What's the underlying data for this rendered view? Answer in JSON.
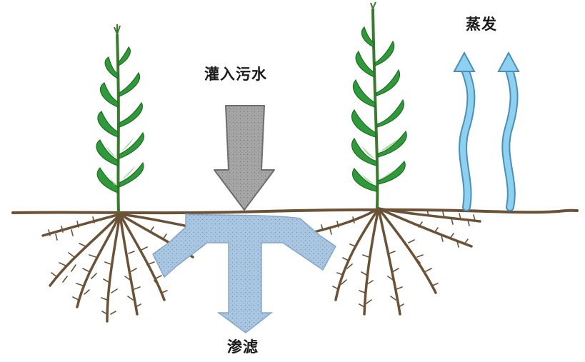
{
  "labels": {
    "irrigation": "灌入污水",
    "evaporation": "蒸发",
    "seepage": "渗滤"
  },
  "colors": {
    "soil_line": "#6b5136",
    "root": "#6b5136",
    "leaf": "#2f9a3a",
    "leaf_light": "#7cc96b",
    "stem": "#3a7a2e",
    "arrow_grey": "#a6a6a6",
    "water_blue": "#a9c7e3",
    "evap_blue": "#8ed0f0"
  }
}
